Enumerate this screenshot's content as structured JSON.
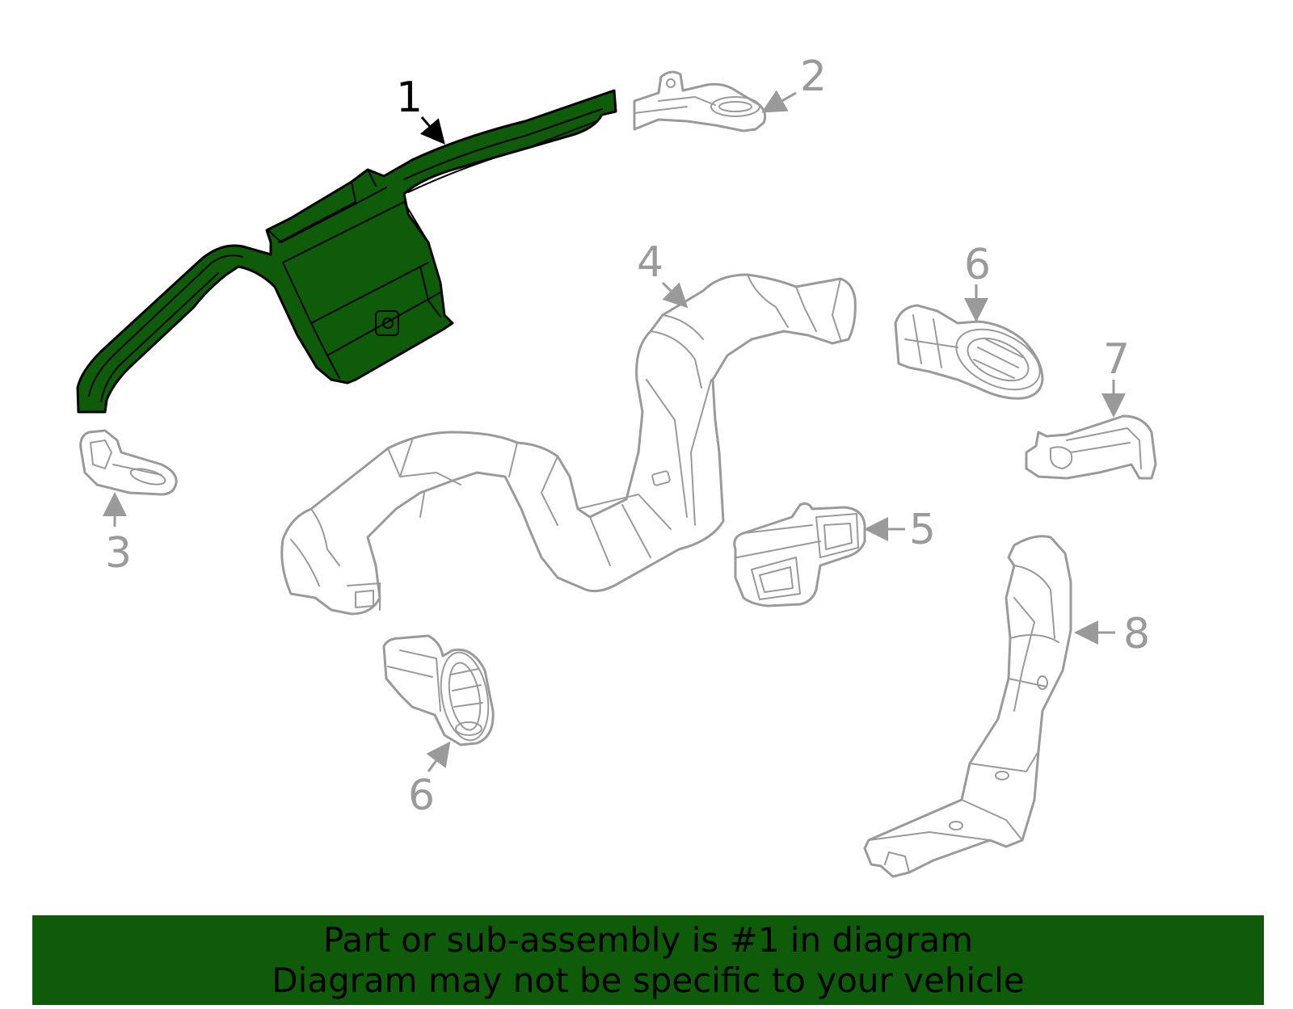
{
  "callouts": {
    "part1": "1",
    "part2": "2",
    "part3": "3",
    "part4": "4",
    "part5": "5",
    "part6a": "6",
    "part6b": "6",
    "part7": "7",
    "part8": "8"
  },
  "banner": {
    "line1": "Part or sub-assembly is #1 in diagram",
    "line2": "Diagram may not be specific to your vehicle"
  },
  "colors": {
    "highlight": "#0e5c0a",
    "outline": "#9a9a9a",
    "banner": "#0e5c0a"
  }
}
